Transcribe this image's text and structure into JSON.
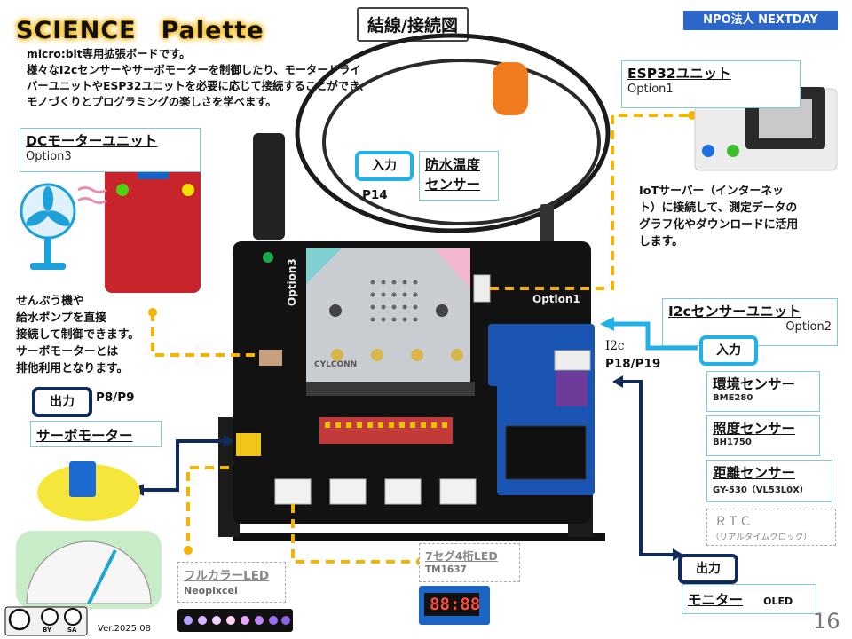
{
  "header": {
    "title": "SCIENCE　Palette",
    "diagram_title": "結線/接続図",
    "org": "NPO法人 NEXTDAY"
  },
  "intro": [
    "micro:bit専用拡張ボードです。",
    "様々なI2cセンサーやサーボモーターを制御したり、モータードライ",
    "バーユニットやESP32ユニットを必要に応じて接続することができ、",
    "モノづくりとプログラミングの楽しさを学べます。"
  ],
  "dc_motor": {
    "title": "DCモーターユニット",
    "sub": "Option3",
    "note": [
      "せんぷう機や",
      "給水ポンプを直接",
      "接続して制御できます。",
      "サーボモーターとは",
      "排他利用となります。"
    ]
  },
  "esp32": {
    "title": "ESP32ユニット",
    "sub": "Option1",
    "note": [
      "IoTサーバー（インターネッ",
      "ト）に接続して、測定データの",
      "グラフ化やダウンロードに活用",
      "します。"
    ]
  },
  "water_temp": {
    "badge": "入力",
    "pin": "P14",
    "title_l1": "防水温度",
    "title_l2": "センサー"
  },
  "i2c": {
    "title": "I2cセンサーユニット",
    "sub": "Option2",
    "badge": "入力",
    "label": "I2c",
    "pins": "P18/P19",
    "sensors": [
      {
        "name": "環境センサー",
        "model": "BME280"
      },
      {
        "name": "照度センサー",
        "model": "BH1750"
      },
      {
        "name": "距離センサー",
        "model": "GY-530（VL53L0X）"
      }
    ],
    "rtc": {
      "name": "ＲＴＣ",
      "sub": "（リアルタイムクロック）"
    }
  },
  "servo": {
    "badge": "出力",
    "pins": "P8/P9",
    "title": "サーボモーター"
  },
  "monitor": {
    "badge": "出力",
    "title": "モニター",
    "model": "OLED"
  },
  "fullcolor": {
    "title": "フルカラーLED",
    "model": "Neopixcel"
  },
  "seg7": {
    "title": "7セグ4桁LED",
    "model": "TM1637",
    "display": "88:88"
  },
  "board": {
    "label_opt1": "Option1",
    "label_opt3": "Option3",
    "brand": "CYLCONN"
  },
  "footer": {
    "version": "Ver.2025.08",
    "page": "16",
    "license": [
      "BY",
      "SA"
    ]
  },
  "colors": {
    "accent_blue": "#1fb2e8",
    "navy": "#102a5c",
    "dash_yellow": "#f4b400",
    "org_blue": "#2b66c8"
  }
}
